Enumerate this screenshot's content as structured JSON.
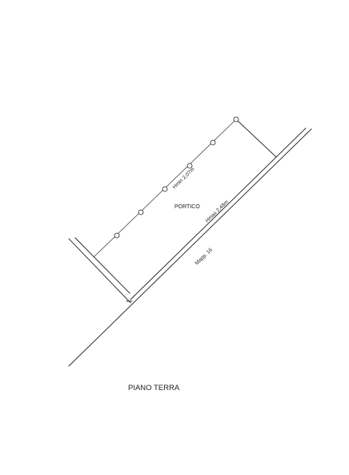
{
  "drawing": {
    "room_label": "PORTICO",
    "hmin_label": "Hmin 2,07m",
    "hmax_label": "Hmax 2,48m",
    "parcel_label": "Mapp. 16",
    "floor_title": "PIANO TERRA"
  }
}
